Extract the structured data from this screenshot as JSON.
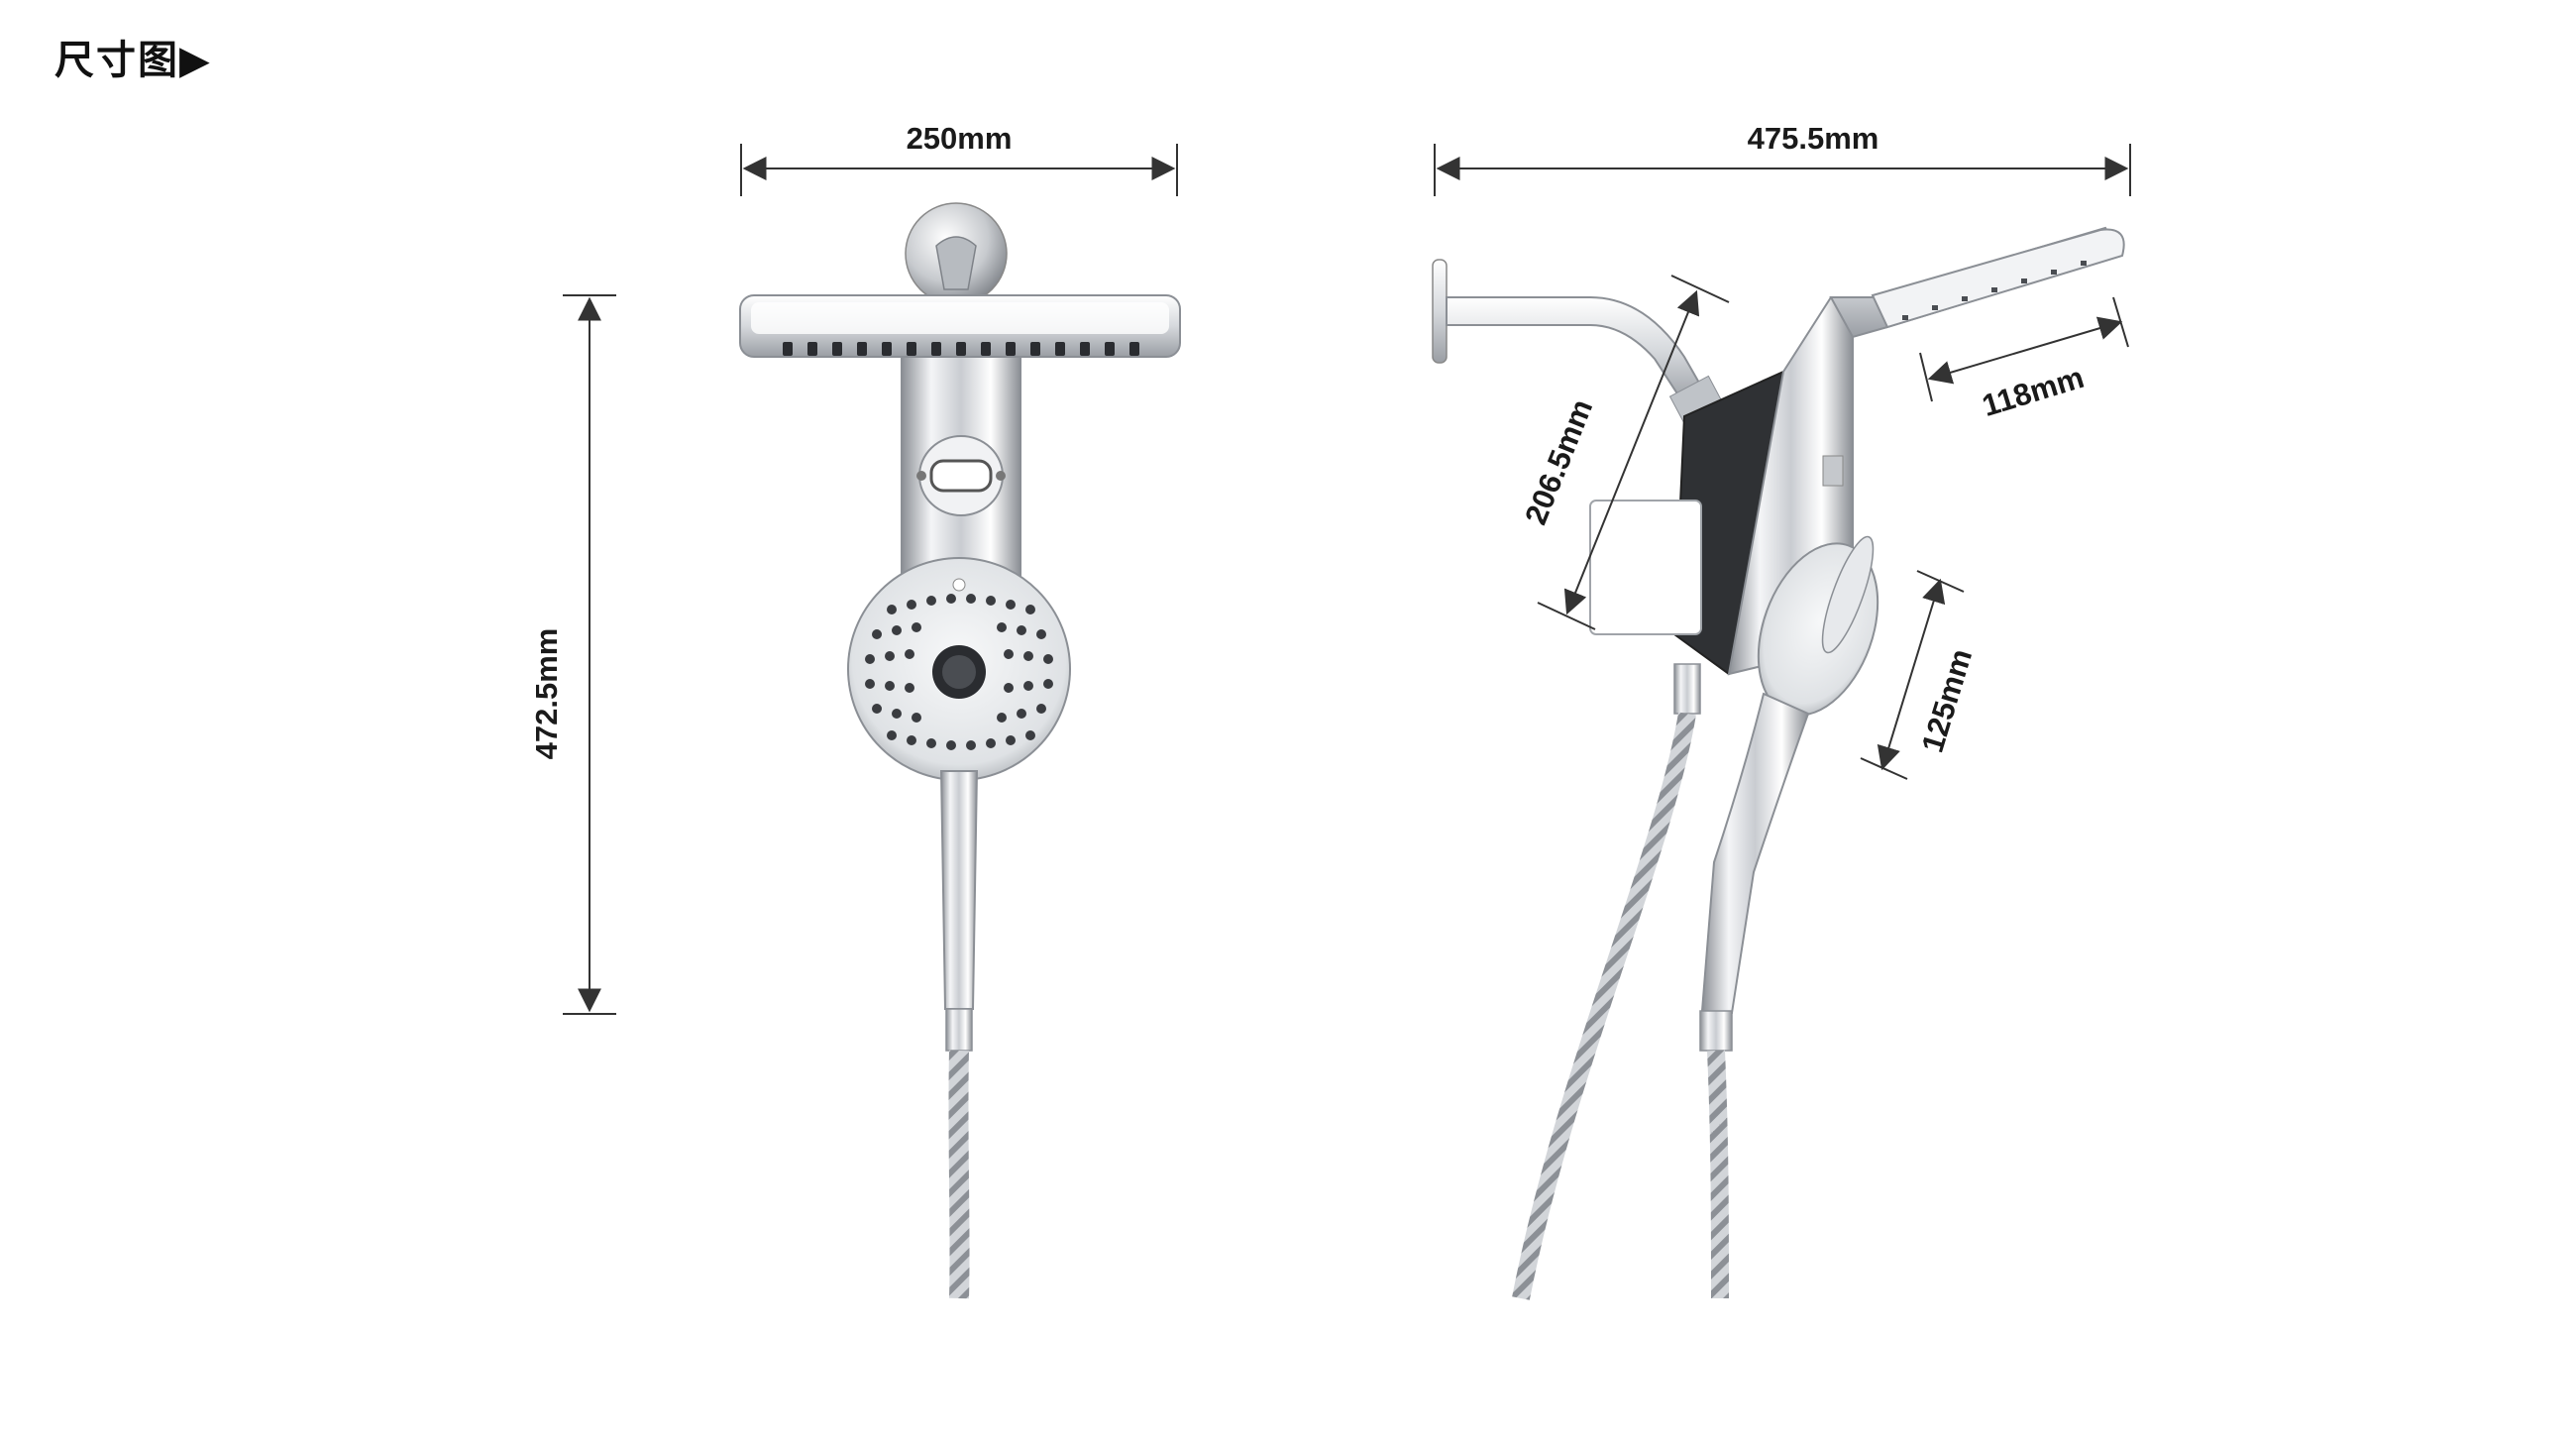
{
  "page": {
    "title": "尺寸图▶"
  },
  "dimensions": {
    "front_width": "250mm",
    "front_height": "472.5mm",
    "side_width": "475.5mm",
    "side_arm": "206.5mm",
    "side_head_depth": "118mm",
    "side_handheld": "125mm"
  },
  "colors": {
    "line": "#333333",
    "chrome_light": "#f4f5f7",
    "chrome_mid": "#c9ccd1",
    "chrome_dark": "#8a8e94",
    "nozzle": "#2a2c30",
    "body_dark": "#2f3134",
    "face_white": "#ffffff"
  }
}
